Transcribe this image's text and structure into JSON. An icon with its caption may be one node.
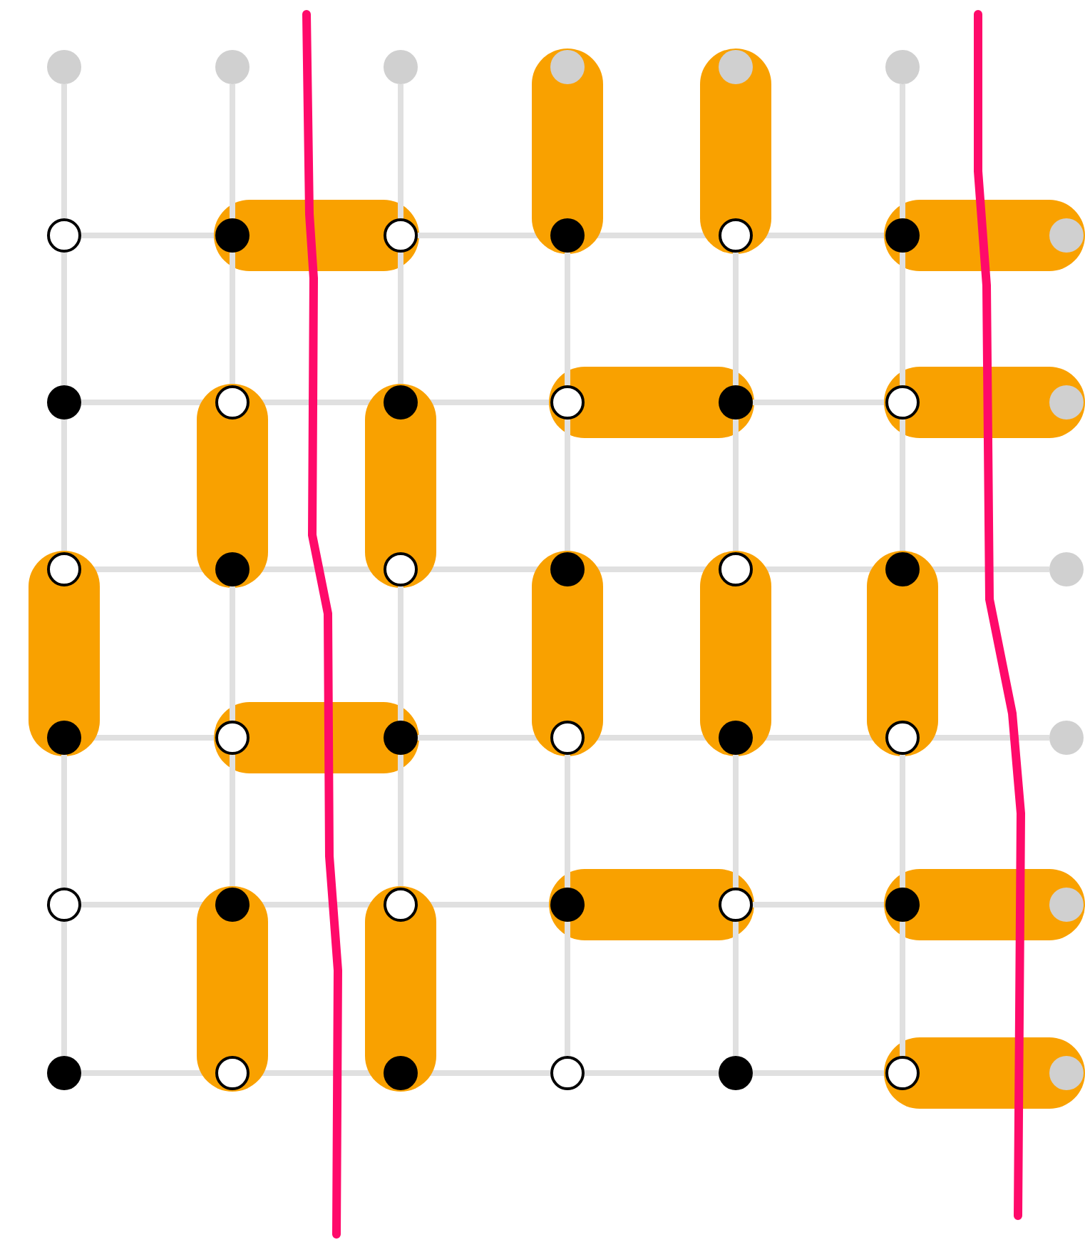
{
  "diagram": {
    "nodes": [
      {
        "text": [],
        "shape": "circle"
      },
      {
        "text": [],
        "shape": "circle"
      },
      {
        "text": [],
        "shape": "circle"
      },
      {
        "text": [],
        "shape": "circle"
      },
      {
        "text": [],
        "shape": "circle"
      },
      {
        "text": [],
        "shape": "circle"
      },
      {
        "text": [],
        "shape": "circle"
      },
      {
        "text": [],
        "shape": "circle"
      },
      {
        "text": [],
        "shape": "circle"
      },
      {
        "text": [],
        "shape": "circle"
      },
      {
        "text": [],
        "shape": "circle"
      },
      {
        "text": [],
        "shape": "circle"
      },
      {
        "text": [],
        "shape": "circle"
      },
      {
        "text": [],
        "shape": "circle"
      },
      {
        "text": [],
        "shape": "circle"
      },
      {
        "text": [],
        "shape": "circle"
      },
      {
        "text": [],
        "shape": "circle"
      },
      {
        "text": [],
        "shape": "circle"
      },
      {
        "text": [],
        "shape": "circle"
      },
      {
        "text": [],
        "shape": "circle"
      },
      {
        "text": [],
        "shape": "circle"
      },
      {
        "text": [],
        "shape": "circle"
      },
      {
        "text": [],
        "shape": "circle"
      },
      {
        "text": [],
        "shape": "circle"
      },
      {
        "text": [],
        "shape": "circle"
      },
      {
        "text": [],
        "shape": "circle"
      },
      {
        "text": [],
        "shape": "circle"
      },
      {
        "text": [],
        "shape": "circle"
      },
      {
        "text": [],
        "shape": "circle"
      },
      {
        "text": [],
        "shape": "circle"
      },
      {
        "text": [],
        "shape": "circle"
      },
      {
        "text": [],
        "shape": "circle"
      },
      {
        "text": [],
        "shape": "circle"
      },
      {
        "text": [],
        "shape": "circle"
      },
      {
        "text": [],
        "shape": "circle"
      },
      {
        "text": [],
        "shape": "circle"
      },
      {
        "text": [],
        "shape": "circle"
      },
      {
        "text": [],
        "shape": "circle"
      },
      {
        "text": [],
        "shape": "circle"
      },
      {
        "text": [],
        "shape": "circle"
      },
      {
        "text": [],
        "shape": "circle"
      },
      {
        "text": [],
        "shape": "circle"
      },
      {
        "text": [],
        "shape": "circle"
      },
      {
        "text": [],
        "shape": "circle"
      },
      {
        "text": [],
        "shape": "circle"
      },
      {
        "text": [],
        "shape": "circle"
      },
      {
        "text": [],
        "shape": "circle"
      },
      {
        "text": [],
        "shape": "circle"
      }
    ],
    "edges": [
      {
        "from": 6,
        "to": 7,
        "arrow": "none"
      },
      {
        "from": 7,
        "to": 8,
        "arrow": "none",
        "style": "thick",
        "color": "#f9a100"
      },
      {
        "from": 8,
        "to": 9,
        "arrow": "none"
      },
      {
        "from": 9,
        "to": 10,
        "arrow": "none"
      },
      {
        "from": 10,
        "to": 11,
        "arrow": "none"
      },
      {
        "from": 11,
        "to": 12,
        "arrow": "none",
        "style": "thick",
        "color": "#f9a100"
      },
      {
        "from": 13,
        "to": 14,
        "arrow": "none"
      },
      {
        "from": 14,
        "to": 15,
        "arrow": "none"
      },
      {
        "from": 15,
        "to": 16,
        "arrow": "none"
      },
      {
        "from": 16,
        "to": 17,
        "arrow": "none",
        "style": "thick",
        "color": "#f9a100"
      },
      {
        "from": 17,
        "to": 18,
        "arrow": "none"
      },
      {
        "from": 18,
        "to": 19,
        "arrow": "none",
        "style": "thick",
        "color": "#f9a100"
      },
      {
        "from": 20,
        "to": 21,
        "arrow": "none"
      },
      {
        "from": 21,
        "to": 22,
        "arrow": "none"
      },
      {
        "from": 22,
        "to": 23,
        "arrow": "none"
      },
      {
        "from": 23,
        "to": 24,
        "arrow": "none"
      },
      {
        "from": 24,
        "to": 25,
        "arrow": "none"
      },
      {
        "from": 25,
        "to": 26,
        "arrow": "none"
      },
      {
        "from": 27,
        "to": 28,
        "arrow": "none"
      },
      {
        "from": 28,
        "to": 29,
        "arrow": "none",
        "style": "thick",
        "color": "#f9a100"
      },
      {
        "from": 29,
        "to": 30,
        "arrow": "none"
      },
      {
        "from": 30,
        "to": 31,
        "arrow": "none"
      },
      {
        "from": 31,
        "to": 32,
        "arrow": "none"
      },
      {
        "from": 32,
        "to": 33,
        "arrow": "none"
      },
      {
        "from": 34,
        "to": 35,
        "arrow": "none"
      },
      {
        "from": 35,
        "to": 36,
        "arrow": "none"
      },
      {
        "from": 36,
        "to": 37,
        "arrow": "none"
      },
      {
        "from": 37,
        "to": 38,
        "arrow": "none",
        "style": "thick",
        "color": "#f9a100"
      },
      {
        "from": 38,
        "to": 39,
        "arrow": "none"
      },
      {
        "from": 39,
        "to": 40,
        "arrow": "none",
        "style": "thick",
        "color": "#f9a100"
      },
      {
        "from": 41,
        "to": 42,
        "arrow": "none"
      },
      {
        "from": 42,
        "to": 43,
        "arrow": "none"
      },
      {
        "from": 43,
        "to": 44,
        "arrow": "none"
      },
      {
        "from": 44,
        "to": 45,
        "arrow": "none"
      },
      {
        "from": 45,
        "to": 46,
        "arrow": "none"
      },
      {
        "from": 46,
        "to": 47,
        "arrow": "none",
        "style": "thick",
        "color": "#f9a100"
      },
      {
        "from": 0,
        "to": 6,
        "arrow": "none"
      },
      {
        "from": 6,
        "to": 13,
        "arrow": "none"
      },
      {
        "from": 13,
        "to": 20,
        "arrow": "none"
      },
      {
        "from": 20,
        "to": 27,
        "arrow": "none",
        "style": "thick",
        "color": "#f9a100"
      },
      {
        "from": 27,
        "to": 34,
        "arrow": "none"
      },
      {
        "from": 34,
        "to": 41,
        "arrow": "none"
      },
      {
        "from": 1,
        "to": 7,
        "arrow": "none"
      },
      {
        "from": 7,
        "to": 14,
        "arrow": "none"
      },
      {
        "from": 14,
        "to": 21,
        "arrow": "none",
        "style": "thick",
        "color": "#f9a100"
      },
      {
        "from": 21,
        "to": 28,
        "arrow": "none"
      },
      {
        "from": 28,
        "to": 35,
        "arrow": "none"
      },
      {
        "from": 35,
        "to": 42,
        "arrow": "none",
        "style": "thick",
        "color": "#f9a100"
      },
      {
        "from": 2,
        "to": 8,
        "arrow": "none"
      },
      {
        "from": 8,
        "to": 15,
        "arrow": "none"
      },
      {
        "from": 15,
        "to": 22,
        "arrow": "none",
        "style": "thick",
        "color": "#f9a100"
      },
      {
        "from": 22,
        "to": 29,
        "arrow": "none"
      },
      {
        "from": 29,
        "to": 36,
        "arrow": "none"
      },
      {
        "from": 36,
        "to": 43,
        "arrow": "none",
        "style": "thick",
        "color": "#f9a100"
      },
      {
        "from": 3,
        "to": 9,
        "arrow": "none",
        "style": "thick",
        "color": "#f9a100"
      },
      {
        "from": 9,
        "to": 16,
        "arrow": "none"
      },
      {
        "from": 16,
        "to": 23,
        "arrow": "none"
      },
      {
        "from": 23,
        "to": 30,
        "arrow": "none",
        "style": "thick",
        "color": "#f9a100"
      },
      {
        "from": 30,
        "to": 37,
        "arrow": "none"
      },
      {
        "from": 37,
        "to": 44,
        "arrow": "none"
      },
      {
        "from": 4,
        "to": 10,
        "arrow": "none",
        "style": "thick",
        "color": "#f9a100"
      },
      {
        "from": 10,
        "to": 17,
        "arrow": "none"
      },
      {
        "from": 17,
        "to": 24,
        "arrow": "none"
      },
      {
        "from": 24,
        "to": 31,
        "arrow": "none",
        "style": "thick",
        "color": "#f9a100"
      },
      {
        "from": 31,
        "to": 38,
        "arrow": "none"
      },
      {
        "from": 38,
        "to": 45,
        "arrow": "none"
      },
      {
        "from": 5,
        "to": 11,
        "arrow": "none"
      },
      {
        "from": 11,
        "to": 18,
        "arrow": "none"
      },
      {
        "from": 18,
        "to": 25,
        "arrow": "none"
      },
      {
        "from": 25,
        "to": 32,
        "arrow": "none",
        "style": "thick",
        "color": "#f9a100"
      },
      {
        "from": 32,
        "to": 39,
        "arrow": "none"
      },
      {
        "from": 39,
        "to": 46,
        "arrow": "none"
      }
    ]
  }
}
